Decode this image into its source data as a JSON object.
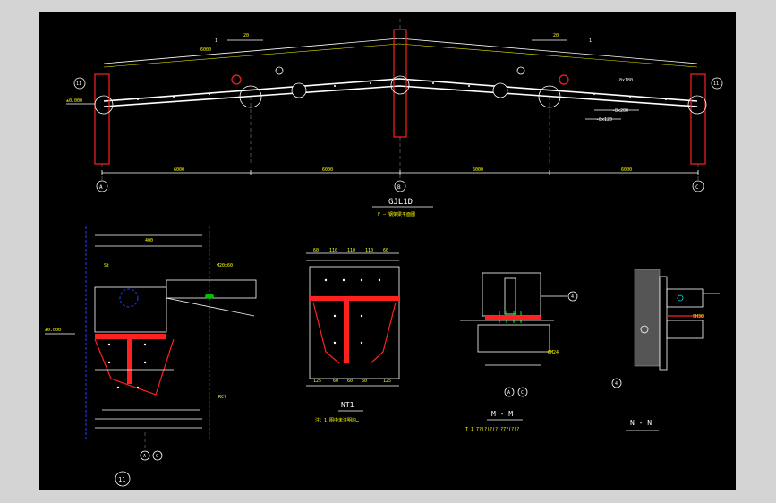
{
  "drawing": {
    "title": "GJL1D",
    "title_note": "F — 钢架梁平面图",
    "axes_bottom": [
      "A",
      "B",
      "C"
    ],
    "span_labels": [
      "6000",
      "6000",
      "6000",
      "6000"
    ],
    "slope_left": "20",
    "slope_right": "20",
    "slope_left_one": "1",
    "slope_right_one": "1",
    "end_bubble": "11",
    "left_mark": "±0.000",
    "top_mark": "6000",
    "callouts": [
      "-8x180",
      "-8x200",
      "-8x120"
    ]
  },
  "details": {
    "d1": {
      "bubble": "11",
      "axes": [
        "A",
        "C"
      ],
      "label_top": "400",
      "label_side": "St",
      "bolt": "M20x60",
      "note": "RC?",
      "elev": "±0.000"
    },
    "nt1": {
      "title": "NT1",
      "note": "注：1 图中未注明均…",
      "top_dims": [
        "60",
        "110",
        "110",
        "110",
        "60"
      ],
      "bottom_dims": [
        "125",
        "60",
        "60",
        "60",
        "125"
      ]
    },
    "mm": {
      "title": "M - M",
      "note": "T 1 7?(?)?(?)?7?(?)?",
      "axes": [
        "A",
        "C"
      ],
      "axis_right": "4",
      "annot": "8M24"
    },
    "nn": {
      "title": "N - N",
      "axis": "4",
      "annot": "SH30"
    }
  }
}
